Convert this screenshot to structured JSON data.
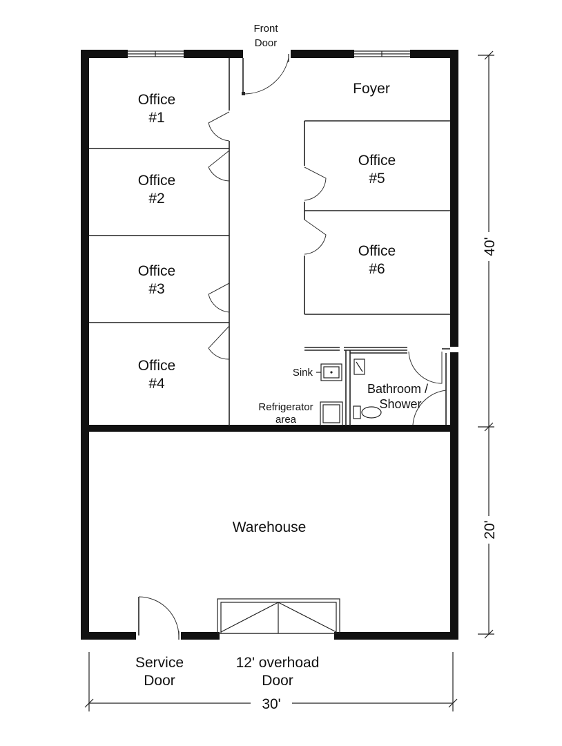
{
  "labels": {
    "front_door": [
      "Front",
      "Door"
    ],
    "foyer": "Foyer",
    "office1": [
      "Office",
      "#1"
    ],
    "office2": [
      "Office",
      "#2"
    ],
    "office3": [
      "Office",
      "#3"
    ],
    "office4": [
      "Office",
      "#4"
    ],
    "office5": [
      "Office",
      "#5"
    ],
    "office6": [
      "Office",
      "#6"
    ],
    "sink": "Sink",
    "refrigerator": [
      "Refrigerator",
      "area"
    ],
    "bathroom": [
      "Bathroom /",
      "Shower"
    ],
    "warehouse": "Warehouse",
    "service_door": [
      "Service",
      "Door"
    ],
    "overhead_door": [
      "12' overhoad",
      "Door"
    ]
  },
  "dimensions": {
    "width": "30'",
    "office_depth": "40'",
    "warehouse_depth": "20'"
  }
}
